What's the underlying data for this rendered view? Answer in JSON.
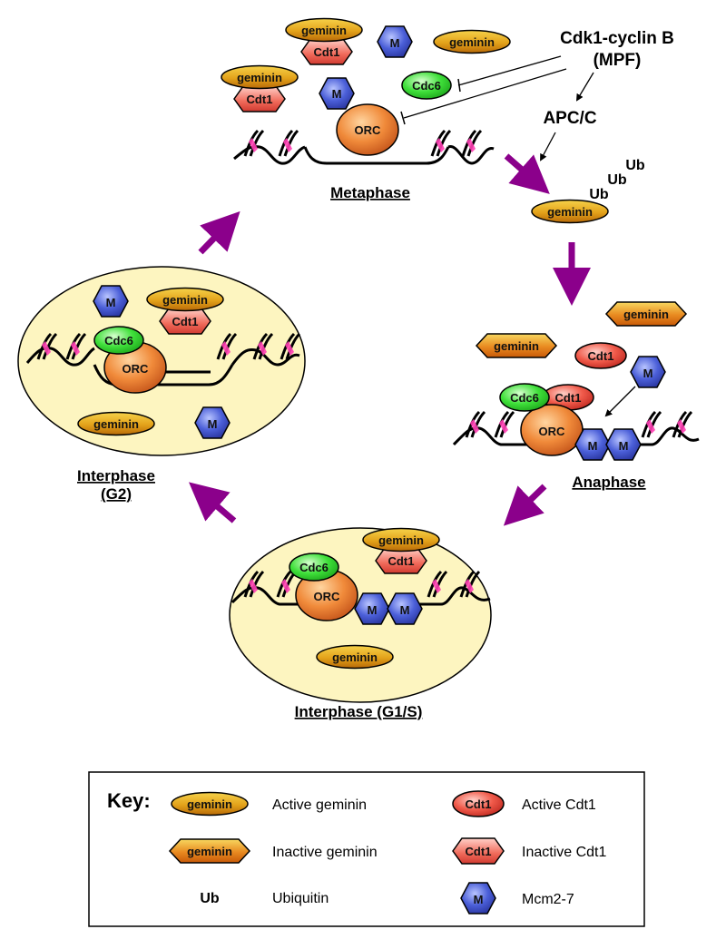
{
  "labels": {
    "geminin": "geminin",
    "cdt1": "Cdt1",
    "cdc6": "Cdc6",
    "orc": "ORC",
    "mcm": "M",
    "ub": "Ub"
  },
  "phases": {
    "metaphase": "Metaphase",
    "anaphase": "Anaphase",
    "g1s": "Interphase (G1/S)",
    "g2_line1": "Interphase",
    "g2_line2": "(G2)"
  },
  "regulators": {
    "cdk_line1": "Cdk1-cyclin B",
    "cdk_line2": "(MPF)",
    "apc": "APC/C"
  },
  "key": {
    "title": "Key:",
    "active_geminin": "Active geminin",
    "inactive_geminin": "Inactive geminin",
    "ubiquitin": "Ubiquitin",
    "active_cdt1": "Active Cdt1",
    "inactive_cdt1": "Inactive Cdt1",
    "mcm": "Mcm2-7"
  },
  "colors": {
    "cell_fill": "#fdf5c0",
    "orc": "#f08030",
    "cdc6": "#33dd33",
    "cdt1": "#e84a3e",
    "geminin_gold": "#d4a000",
    "geminin_orange": "#e07010",
    "mcm": "#3a4fc8",
    "arrow": "#8b008b",
    "dna_ring": "#ff3fb4"
  }
}
